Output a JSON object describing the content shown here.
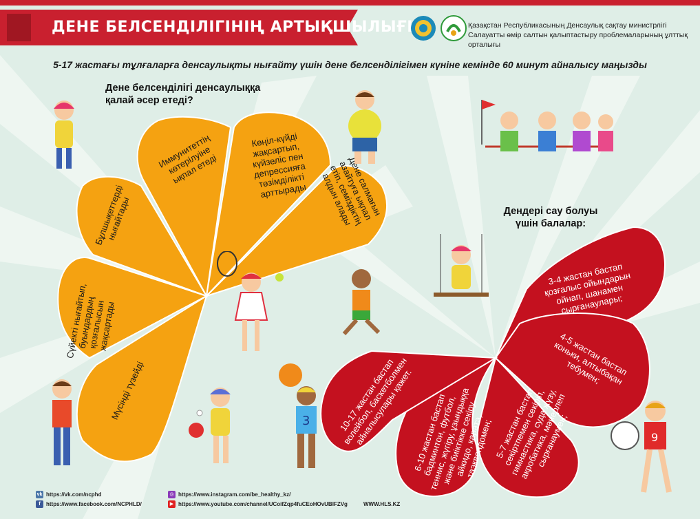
{
  "title": "ДЕНЕ БЕЛСЕНДІЛІГІНІҢ АРТЫҚШЫЛЫҒЫ",
  "org": {
    "line1": "Қазақстан Республикасының Денсаулық сақтау министрлігі",
    "line2": "Салауатты өмір салтын қалыптастыру проблемаларының ұлттық орталығы"
  },
  "subtitle": "5-17 жастағы тұлғаларға денсаулықты нығайту үшін дене белсенділігімен күніне кемінде 60 минут айналысу маңызды",
  "question_left": "Дене белсенділігі денсаулыққа қалай әсер етеді?",
  "benefits": [
    "Мүсінді түзейді",
    "Сүйекті нығайтып, буындардың қозғалысын жақсартады",
    "Бұлшықеттерді нығайтады",
    "Иммунитеттің көтерілуіне ықпал етеді",
    "Көңіл-күйді жақсартып, күйзеліс пен депрессияға төзімділікті арттырады",
    "Дене салмағын азайтуға ықпал етіп, семіздіктің алдын алады"
  ],
  "question_right": "Дендері сау болуы үшін балалар:",
  "recommendations": [
    "3-4 жастан бастап қозғалыс ойындарын ойнап, шанамен сырғанаулары;",
    "4-5 жастан бастап коньки, алтыбақан тебумен;",
    "5-7 жастан бастап секіртпемен секіріп, гимнастика, суда жүзу, акробатика, мәнерлеп сырғанаумен;",
    "6-10 жастан бастап бадминтон, футбол, теннис, жүгіру, ұзындыққа және биіктікке секіру, айкидо, каратэ, таэквондомен;",
    "10-17 жастан бастап волейбол, баскетболмен айналысулары қажет."
  ],
  "footer": {
    "vk": "https://vk.com/ncphd",
    "facebook": "https://www.facebook.com/NCPHLD/",
    "instagram": "https://www.instagram.com/be_healthy_kz/",
    "youtube": "https://www.youtube.com/channel/UCoifZqp4fuCEoHOvUBIFZVg",
    "site": "WWW.HLS.KZ"
  },
  "icons": {
    "vk": "vk-icon",
    "facebook": "facebook-icon",
    "instagram": "instagram-icon",
    "youtube": "youtube-icon"
  },
  "colors": {
    "title_banner": "#c9202f",
    "orange_petals": "#f5a211",
    "red_petals": "#c4111f",
    "background": "#dfeee7",
    "rays": "#eef6f1"
  }
}
